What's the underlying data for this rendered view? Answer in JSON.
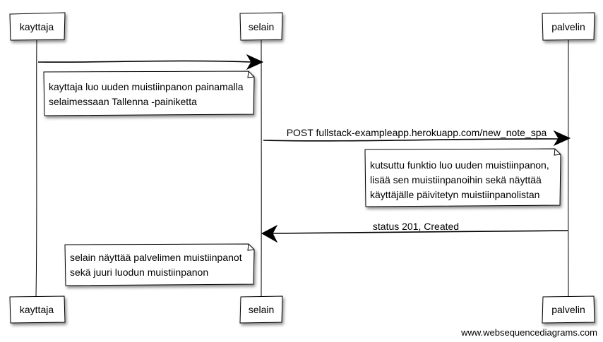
{
  "participants": {
    "p1": "kayttaja",
    "p2": "selain",
    "p3": "palvelin"
  },
  "messages": {
    "m1": "",
    "m2": "POST fullstack-exampleapp.herokuapp.com/new_note_spa",
    "m3": "status 201, Created"
  },
  "notes": {
    "n1": [
      "kayttaja luo uuden muistiinpanon painamalla",
      "selaimessaan Tallenna -painiketta"
    ],
    "n2": [
      "kutsuttu funktio luo uuden muistiinpanon,",
      "lisää sen muistiinpanoihin sekä näyttää",
      "käyttäjälle päivitetyn muistiinpanolistan"
    ],
    "n3": [
      "selain näyttää palvelimen muistiinpanot",
      "sekä juuri luodun muistiinpanon"
    ]
  },
  "credit": "www.websequencediagrams.com"
}
